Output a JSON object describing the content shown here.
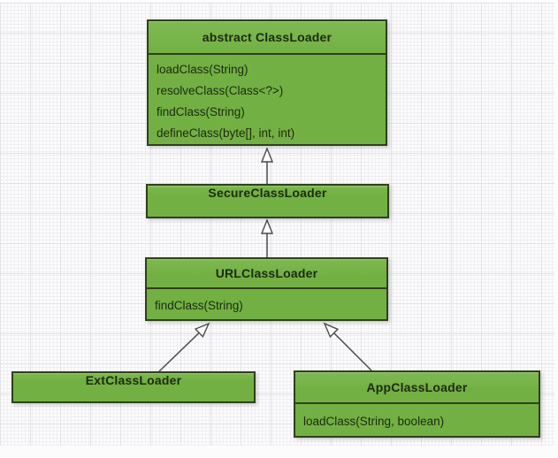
{
  "diagram": {
    "type": "uml-class-diagram",
    "classes": [
      {
        "id": "abstract-classloader",
        "name": "abstract ClassLoader",
        "methods": [
          "loadClass(String)",
          "resolveClass(Class<?>)",
          "findClass(String)",
          "defineClass(byte[], int, int)"
        ]
      },
      {
        "id": "secure-classloader",
        "name": "SecureClassLoader",
        "methods": []
      },
      {
        "id": "url-classloader",
        "name": "URLClassLoader",
        "methods": [
          "findClass(String)"
        ]
      },
      {
        "id": "ext-classloader",
        "name": "ExtClassLoader",
        "methods": []
      },
      {
        "id": "app-classloader",
        "name": "AppClassLoader",
        "methods": [
          "loadClass(String, boolean)"
        ]
      }
    ],
    "relations": [
      {
        "from": "SecureClassLoader",
        "to": "abstract ClassLoader",
        "type": "extends"
      },
      {
        "from": "URLClassLoader",
        "to": "SecureClassLoader",
        "type": "extends"
      },
      {
        "from": "ExtClassLoader",
        "to": "URLClassLoader",
        "type": "extends"
      },
      {
        "from": "AppClassLoader",
        "to": "URLClassLoader",
        "type": "extends"
      }
    ]
  },
  "colors": {
    "box_fill": "#72b043",
    "box_fill_light": "#7eb951",
    "box_border": "#2f401a",
    "text": "#1d2a10",
    "connector": "#4a4a4a",
    "arrow_fill": "#fcfcfd",
    "background": "#fcfcfd",
    "grid_minor": "#efeff3",
    "grid_major": "#e1e1e7"
  }
}
